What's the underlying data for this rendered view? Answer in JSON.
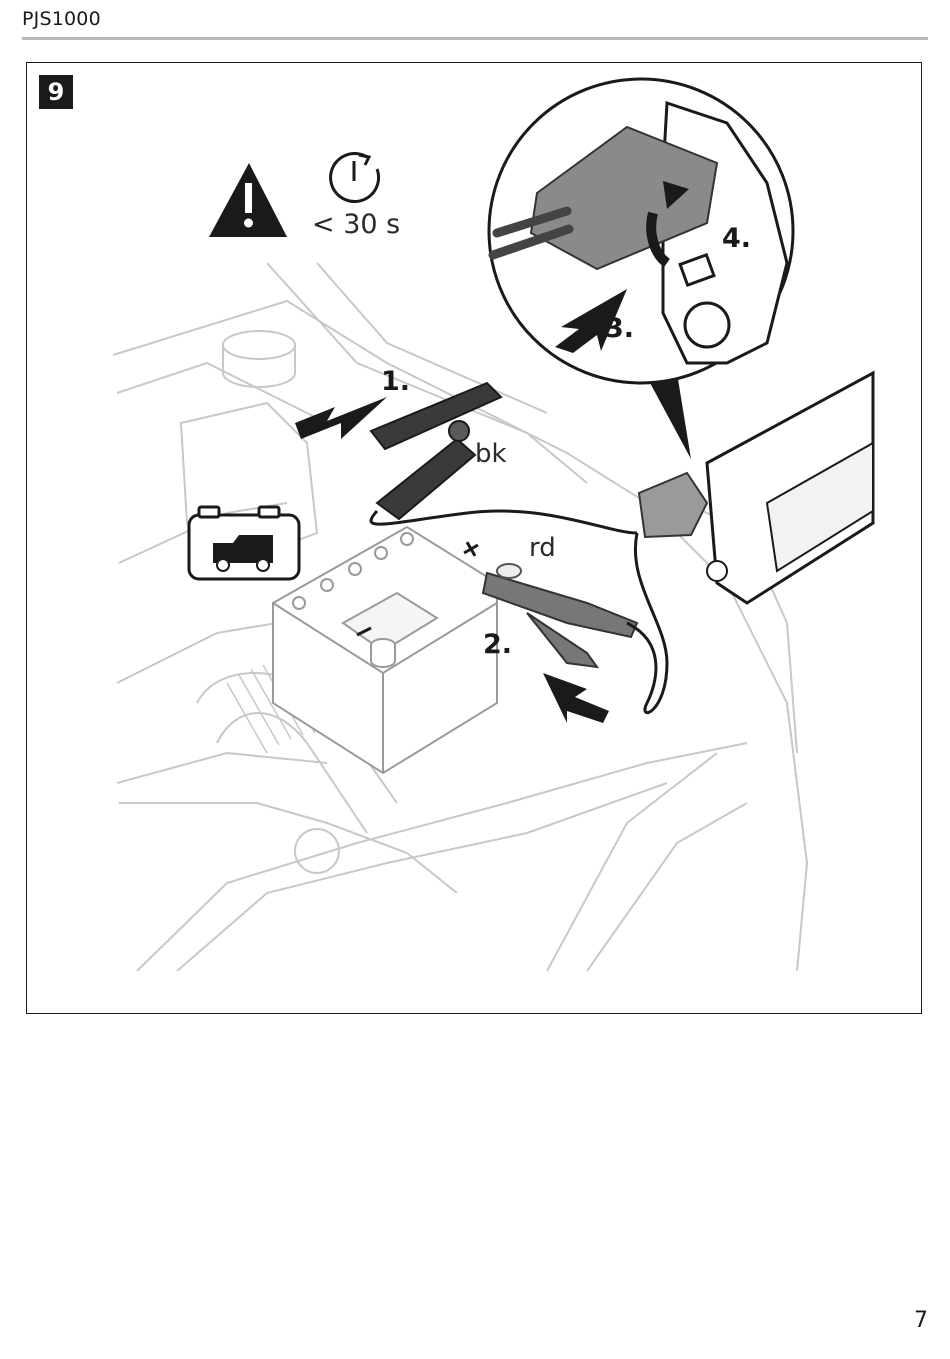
{
  "header": {
    "title": "PJS1000"
  },
  "figure": {
    "number": "9",
    "time_label": "< 30 s",
    "labels": {
      "black": "bk",
      "red": "rd"
    },
    "steps": [
      "1.",
      "2.",
      "3.",
      "4."
    ],
    "icons": [
      "warning-icon",
      "timer-icon",
      "camper-battery-icon"
    ]
  },
  "page_number": "7"
}
